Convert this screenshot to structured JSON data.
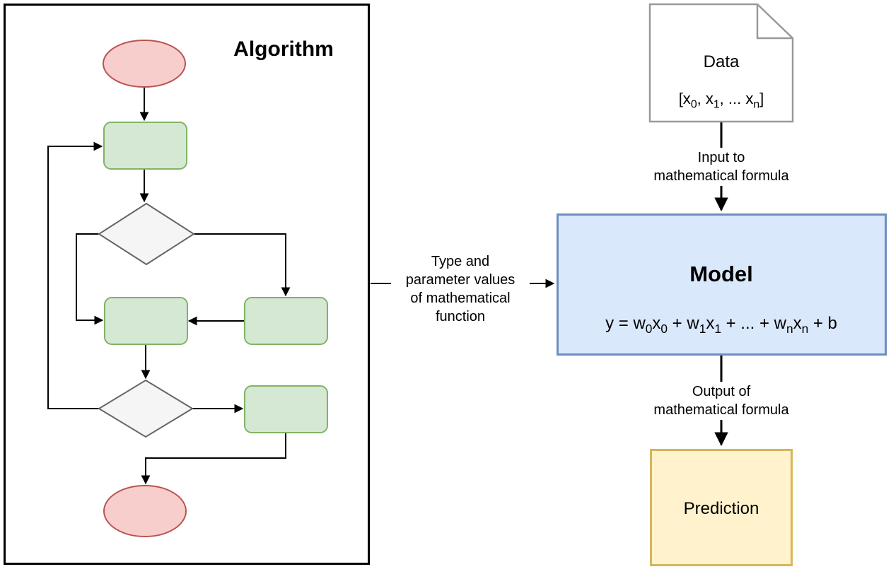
{
  "diagram": {
    "algorithm": {
      "title": "Algorithm",
      "colors": {
        "frame_stroke": "#000000",
        "terminator_fill": "#f8cecc",
        "terminator_stroke": "#b85450",
        "process_fill": "#d5e8d4",
        "process_stroke": "#82b366",
        "decision_fill": "#f5f5f5",
        "decision_stroke": "#666666"
      }
    },
    "connector_label": {
      "lines": [
        "Type and",
        "parameter values",
        "of mathematical",
        "function"
      ]
    },
    "data": {
      "title": "Data",
      "fill": "#ffffff",
      "stroke": "#999999",
      "values": [
        {
          "text": "[x"
        },
        {
          "text": "0",
          "sub": true
        },
        {
          "text": ", x"
        },
        {
          "text": "1",
          "sub": true
        },
        {
          "text": ", ... x"
        },
        {
          "text": "n",
          "sub": true
        },
        {
          "text": "]"
        }
      ]
    },
    "input_label": {
      "lines": [
        "Input to",
        "mathematical formula"
      ]
    },
    "model": {
      "title": "Model",
      "fill": "#dae8fc",
      "stroke": "#6c8ebf",
      "formula": [
        {
          "text": "y = w"
        },
        {
          "text": "0",
          "sub": true
        },
        {
          "text": "x"
        },
        {
          "text": "0",
          "sub": true
        },
        {
          "text": " + w"
        },
        {
          "text": "1",
          "sub": true
        },
        {
          "text": "x"
        },
        {
          "text": "1",
          "sub": true
        },
        {
          "text": " + ... + w"
        },
        {
          "text": "n",
          "sub": true
        },
        {
          "text": "x"
        },
        {
          "text": "n",
          "sub": true
        },
        {
          "text": " + b"
        }
      ]
    },
    "output_label": {
      "lines": [
        "Output of",
        "mathematical formula"
      ]
    },
    "prediction": {
      "title": "Prediction",
      "fill": "#fff2cc",
      "stroke": "#d6b656"
    }
  }
}
